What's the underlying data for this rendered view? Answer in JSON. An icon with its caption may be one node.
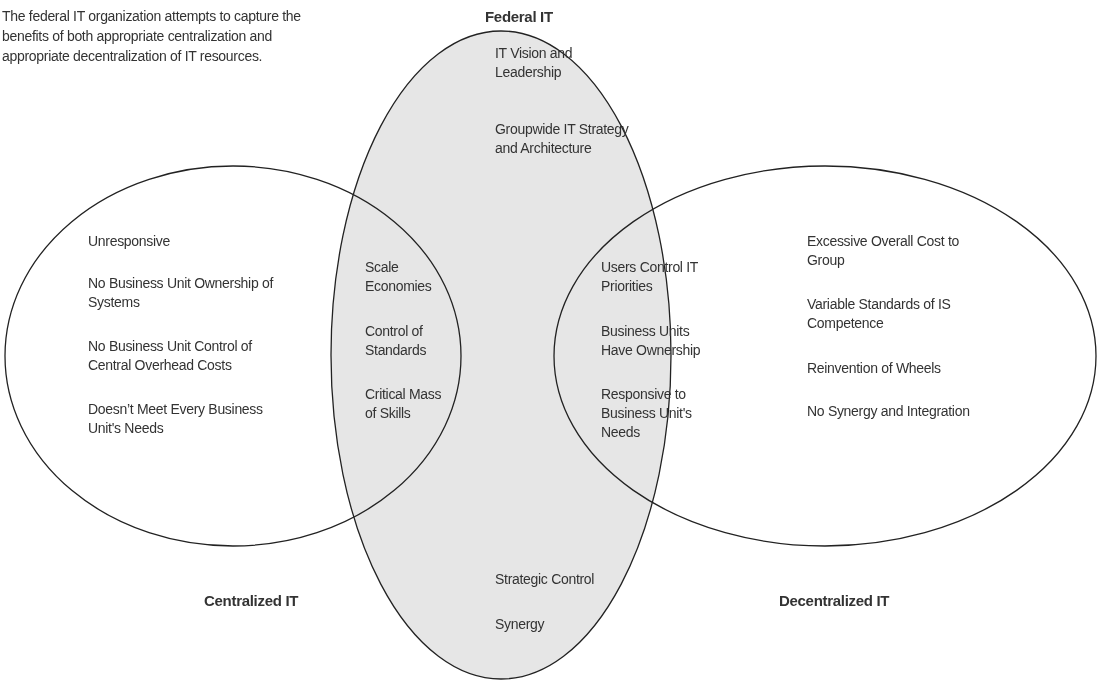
{
  "diagram": {
    "caption": "The federal IT organization attempts to capture the benefits of both appropriate centralization and appropriate decentralization of IT resources.",
    "nodes": [
      {
        "text": [
          "IT Vision and Leadership",
          "Groupwide IT Strategy and Architecture",
          "Strategic Control",
          "Synergy"
        ],
        "beside": [
          "Federal IT"
        ]
      },
      {
        "text": [
          "Unresponsive",
          "No Business Unit Ownership of Systems",
          "No Business Unit Control of Central Overhead Costs",
          "Doesn’t Meet Every Business Unit's Needs"
        ],
        "beside": [
          "Centralized IT"
        ]
      },
      {
        "text": [
          "Excessive Overall Cost to Group",
          "Variable Standards of IS Competence",
          "Reinvention of Wheels",
          "No Synergy and Integration"
        ],
        "beside": [
          "Decentralized IT"
        ]
      }
    ],
    "labels": [
      "Scale Economies",
      "Control of Standards",
      "Critical Mass of Skills",
      "Users Control IT Priorities",
      "Business Units Have Ownership",
      "Responsive to Business Unit's Needs"
    ]
  }
}
